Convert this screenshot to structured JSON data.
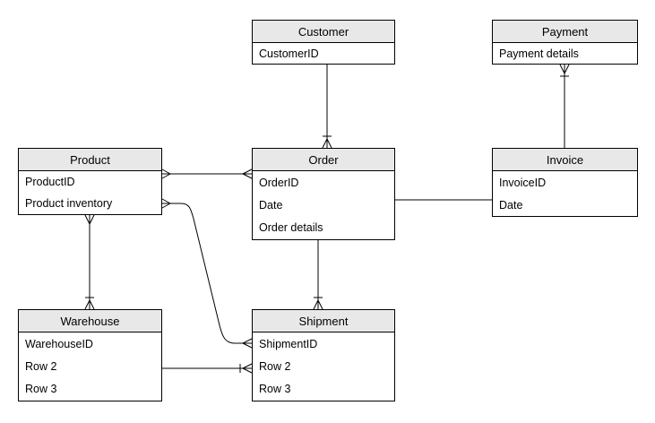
{
  "diagram": {
    "type": "entity-relationship",
    "colors": {
      "background": "#ffffff",
      "entity_header_fill": "#e8e8e8",
      "entity_body_fill": "#ffffff",
      "line": "#000000",
      "text": "#000000"
    },
    "entities": [
      {
        "title": "Customer",
        "rows": [
          "CustomerID"
        ]
      },
      {
        "title": "Payment",
        "rows": [
          "Payment details"
        ]
      },
      {
        "title": "Product",
        "rows": [
          "ProductID",
          "Product inventory"
        ]
      },
      {
        "title": "Order",
        "rows": [
          "OrderID",
          "Date",
          "Order details"
        ]
      },
      {
        "title": "Invoice",
        "rows": [
          "InvoiceID",
          "Date"
        ]
      },
      {
        "title": "Warehouse",
        "rows": [
          "WarehouseID",
          "Row 2",
          "Row 3"
        ]
      },
      {
        "title": "Shipment",
        "rows": [
          "ShipmentID",
          "Row 2",
          "Row 3"
        ]
      }
    ],
    "relationships": [
      {
        "from": "Customer",
        "to": "Order",
        "marker_at_from": "none",
        "marker_at_to": "bar-crowsfoot"
      },
      {
        "from": "Invoice",
        "to": "Payment",
        "marker_at_from": "none",
        "marker_at_to": "bar-crowsfoot"
      },
      {
        "from": "Product",
        "to": "Order",
        "marker_at_from": "crowsfoot",
        "marker_at_to": "crowsfoot"
      },
      {
        "from": "Product",
        "to": "Shipment",
        "marker_at_from": "crowsfoot",
        "marker_at_to": "crowsfoot",
        "style": "s-curve"
      },
      {
        "from": "Product",
        "to": "Warehouse",
        "marker_at_from": "crowsfoot",
        "marker_at_to": "bar-crowsfoot"
      },
      {
        "from": "Order",
        "to": "Invoice",
        "marker_at_from": "none",
        "marker_at_to": "none"
      },
      {
        "from": "Order",
        "to": "Shipment",
        "marker_at_from": "none",
        "marker_at_to": "bar-crowsfoot"
      },
      {
        "from": "Warehouse",
        "to": "Shipment",
        "marker_at_from": "none",
        "marker_at_to": "bar-crowsfoot"
      }
    ]
  }
}
